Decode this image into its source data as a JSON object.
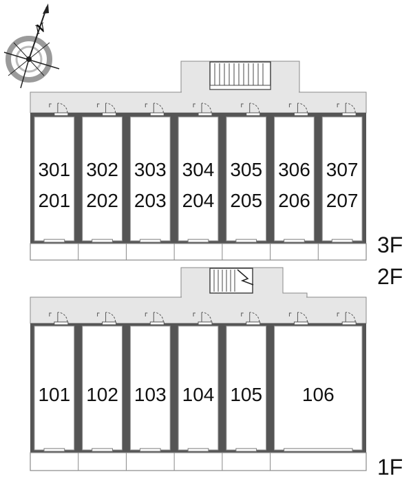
{
  "compass": {
    "north_label": "N",
    "icon": "compass-rose-icon"
  },
  "upper_building": {
    "floor_labels": [
      "3F",
      "2F"
    ],
    "units": [
      {
        "top": "301",
        "bottom": "201"
      },
      {
        "top": "302",
        "bottom": "202"
      },
      {
        "top": "303",
        "bottom": "203"
      },
      {
        "top": "304",
        "bottom": "204"
      },
      {
        "top": "305",
        "bottom": "205"
      },
      {
        "top": "306",
        "bottom": "206"
      },
      {
        "top": "307",
        "bottom": "207"
      }
    ]
  },
  "lower_building": {
    "floor_label": "1F",
    "units": [
      "101",
      "102",
      "103",
      "104",
      "105",
      "106"
    ]
  },
  "colors": {
    "corridor": "#e6e6e6",
    "wall": "#555555",
    "outline": "#888888",
    "room": "#ffffff"
  }
}
